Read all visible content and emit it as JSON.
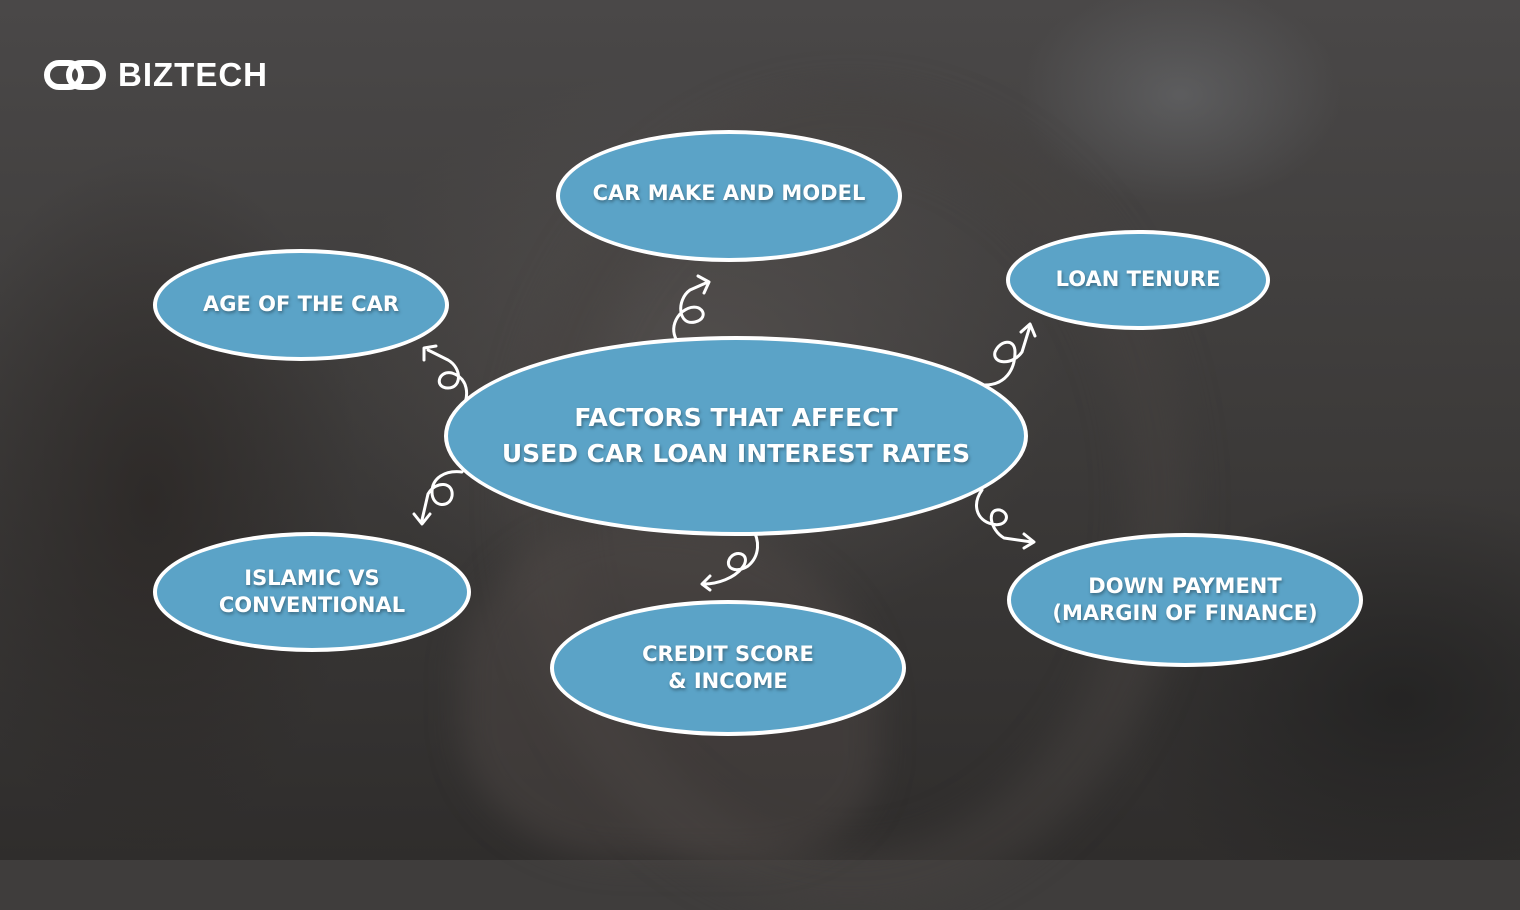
{
  "brand": {
    "name": "BIZTECH",
    "logo_icon": "chain-link-icon"
  },
  "diagram": {
    "center": {
      "line1": "FACTORS THAT AFFECT",
      "line2": "USED CAR LOAN INTEREST RATES"
    },
    "factors": [
      {
        "id": "car-make-model",
        "lines": [
          "CAR MAKE AND MODEL"
        ]
      },
      {
        "id": "loan-tenure",
        "lines": [
          "LOAN TENURE"
        ]
      },
      {
        "id": "age-of-car",
        "lines": [
          "AGE OF THE CAR"
        ]
      },
      {
        "id": "islamic-vs-conventional",
        "lines": [
          "ISLAMIC VS",
          "CONVENTIONAL"
        ]
      },
      {
        "id": "credit-score-income",
        "lines": [
          "CREDIT SCORE",
          "& INCOME"
        ]
      },
      {
        "id": "down-payment",
        "lines": [
          "DOWN PAYMENT",
          "(MARGIN OF FINANCE)"
        ]
      }
    ]
  },
  "colors": {
    "node_fill": "#5ba3c7",
    "node_border": "#ffffff",
    "text": "#ffffff",
    "background": "#3f3d3c"
  }
}
